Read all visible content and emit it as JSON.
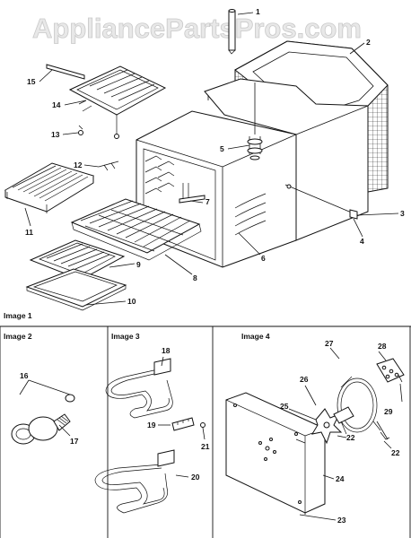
{
  "watermark": "AppliancePartsPros.com",
  "image_labels": [
    "Image 1",
    "Image 2",
    "Image 3",
    "Image 4"
  ],
  "callouts": [
    "1",
    "2",
    "3",
    "4",
    "5",
    "6",
    "7",
    "8",
    "9",
    "10",
    "11",
    "12",
    "13",
    "14",
    "15",
    "16",
    "17",
    "18",
    "19",
    "20",
    "21",
    "22",
    "23",
    "23",
    "24",
    "25",
    "26",
    "27",
    "28",
    "29"
  ],
  "colors": {
    "ink": "#111111",
    "background": "#ffffff",
    "watermark": "#e8e8e8"
  }
}
